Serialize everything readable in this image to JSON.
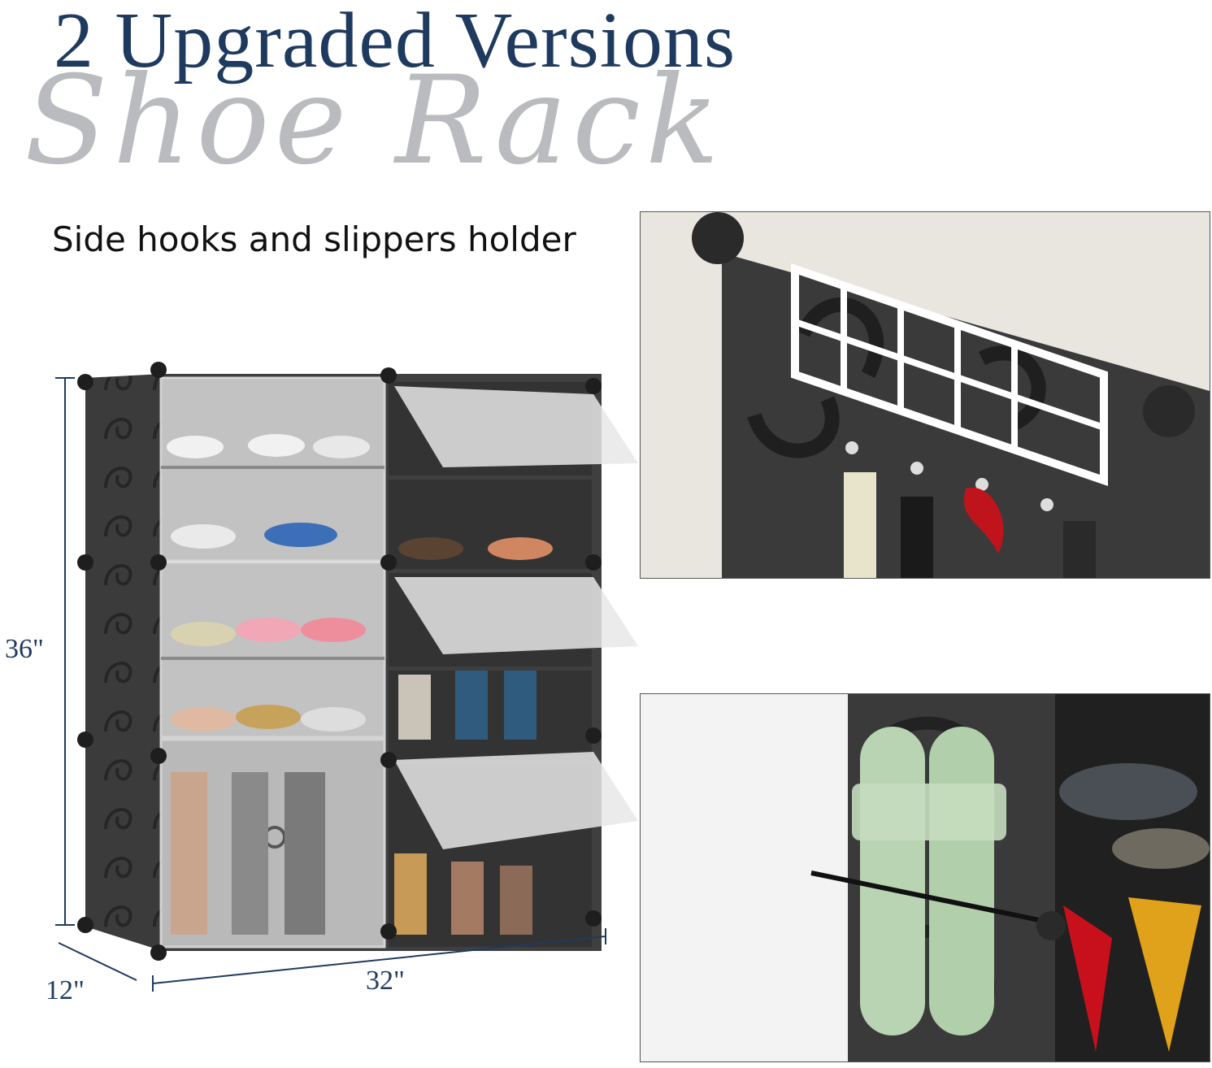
{
  "header": {
    "title": "2 Upgraded Versions",
    "script_title": "Shoe Rack",
    "subtitle": "Side hooks and slippers holder"
  },
  "dimensions": {
    "height": "36\"",
    "depth": "12\"",
    "width": "32\""
  },
  "colors": {
    "title": "#1f3a5f",
    "script": "#b9bbbe",
    "rack_panel": "#3a3a3a",
    "slipper": "#b9d4b2"
  }
}
